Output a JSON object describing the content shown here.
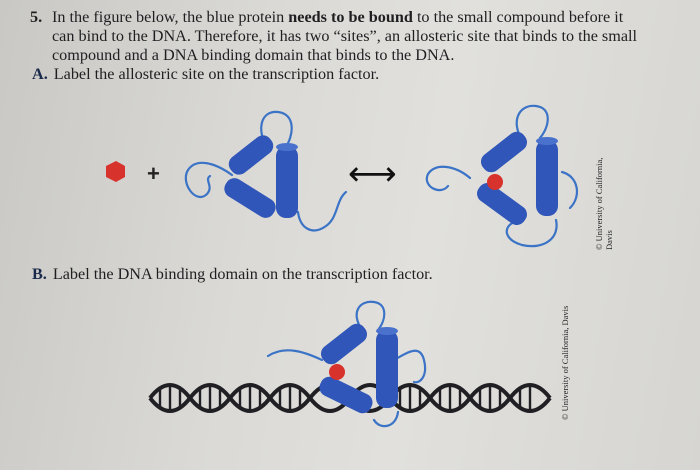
{
  "question": {
    "number": "5.",
    "lines": [
      [
        "In the figure below, the blue protein ",
        "needs to be bound",
        " to the small compound before it"
      ],
      [
        "can bind to the DNA. Therefore, it has two “sites”, an allosteric site that binds to the small",
        "",
        ""
      ],
      [
        "compound and a DNA binding domain that binds to the DNA.",
        "",
        ""
      ]
    ]
  },
  "partA": {
    "label": "A.",
    "text": "Label the allosteric site on the transcription factor."
  },
  "partB": {
    "label": "B.",
    "text": "Label the DNA binding domain on the transcription factor."
  },
  "figure": {
    "plus_sign": "+",
    "arrow": "⟷",
    "colors": {
      "protein": "#2f56b8",
      "compound": "#d8322c",
      "line": "#3b73c6",
      "dna": "#202024"
    }
  },
  "credits": {
    "figure_a": [
      "© University of California,",
      "Davis"
    ],
    "figure_b": [
      "© University of California, Davis"
    ]
  }
}
